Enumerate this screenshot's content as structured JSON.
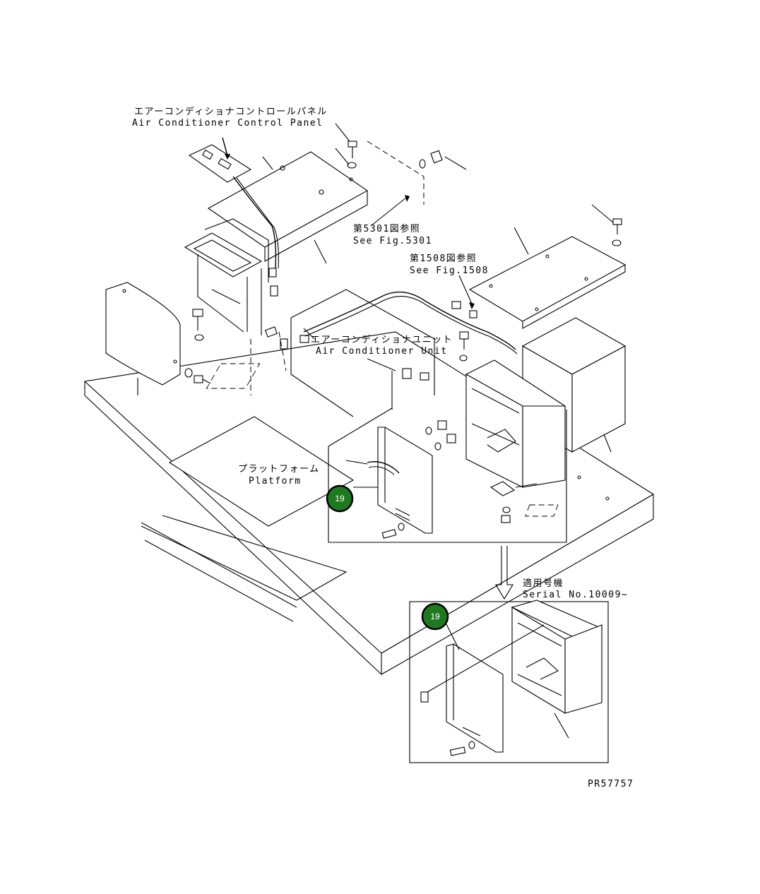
{
  "labels": {
    "control_panel_jp": "エアーコンディショナコントロールパネル",
    "control_panel_en": "Air Conditioner Control Panel",
    "fig5301_jp": "第5301図参照",
    "fig5301_en": "See Fig.5301",
    "fig1508_jp": "第1508図参照",
    "fig1508_en": "See Fig.1508",
    "unit_jp": "エアーコンディショナユニット",
    "unit_en": "Air Conditioner Unit",
    "platform_jp": "プラットフォーム",
    "platform_en": "Platform",
    "serial_jp": "適用号機",
    "serial_en": "Serial No.10009~",
    "drawing_no": "PR57757"
  },
  "callouts": [
    {
      "number": "19"
    },
    {
      "number": "19"
    }
  ],
  "colors": {
    "callout_fill": "#1e7a1e",
    "line": "#000000",
    "background": "#ffffff"
  }
}
